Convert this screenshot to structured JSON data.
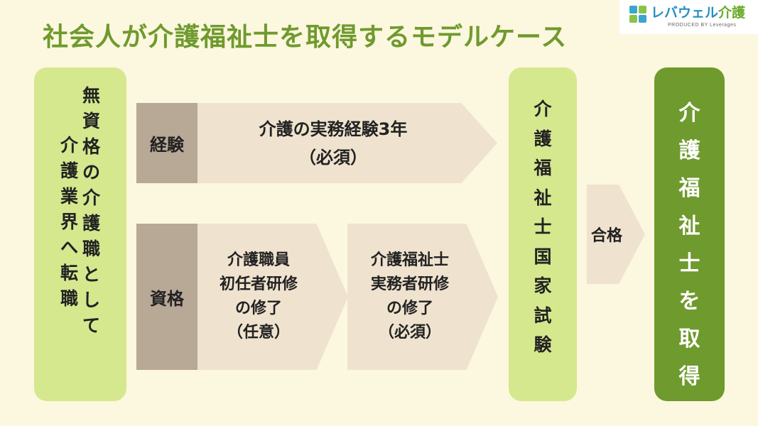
{
  "title": "社会人が介護福祉士を取得するモデルケース",
  "logo": {
    "brand_main": "レバウェル",
    "brand_accent": "介護",
    "tagline": "PRODUCED BY Leverages"
  },
  "start": {
    "columns": [
      [
        "無",
        "資",
        "格",
        "の",
        "介",
        "護",
        "職",
        "と",
        "し",
        "て"
      ],
      [
        "介",
        "護",
        "業",
        "界",
        "へ",
        "転",
        "職"
      ]
    ]
  },
  "rows": {
    "experience": {
      "label": "経験",
      "lines": [
        "介護の実務経験3年",
        "（必須）"
      ]
    },
    "qualification": {
      "label": "資格",
      "step1": [
        "介護職員",
        "初任者研修",
        "の修了",
        "（任意）"
      ],
      "step2": [
        "介護福祉士",
        "実務者研修",
        "の修了",
        "（必須）"
      ]
    }
  },
  "exam": {
    "chars": [
      "介",
      "護",
      "福",
      "祉",
      "士",
      "国",
      "家",
      "試",
      "験"
    ]
  },
  "pass_label": "合格",
  "goal": {
    "chars": [
      "介",
      "護",
      "福",
      "祉",
      "士",
      "を",
      "取",
      "得"
    ]
  },
  "colors": {
    "background": "#fcf7df",
    "title_green": "#6f9a2d",
    "light_green": "#d5e88e",
    "dark_green": "#6f9a2d",
    "label_brown": "#b8a896",
    "arrow_beige": "#efe3cf"
  }
}
